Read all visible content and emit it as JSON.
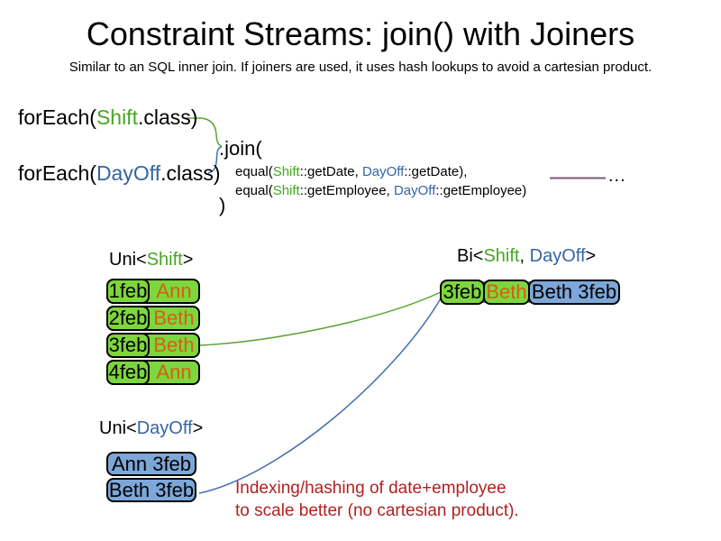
{
  "slide": {
    "title": "Constraint Streams: join() with Joiners",
    "subtitle": "Similar to an SQL inner join. If joiners are used, it uses hash lookups to avoid a cartesian product."
  },
  "code": {
    "foreach_shift": {
      "prefix": "forEach(",
      "class_name": "Shift",
      "suffix": ".class)"
    },
    "foreach_dayoff": {
      "prefix": "forEach(",
      "class_name": "DayOff",
      "suffix": ".class)"
    },
    "join_open": ".join(",
    "join_close": ")",
    "joiners": [
      {
        "prefix": "equal(",
        "left_class": "Shift",
        "mid": "::getDate, ",
        "right_class": "DayOff",
        "suffix": "::getDate),"
      },
      {
        "prefix": "equal(",
        "left_class": "Shift",
        "mid": "::getEmployee, ",
        "right_class": "DayOff",
        "suffix": "::getEmployee)"
      }
    ],
    "ellipsis": "..."
  },
  "uni_shift": {
    "label": {
      "prefix": "Uni<",
      "class_name": "Shift",
      "suffix": ">"
    },
    "rows": [
      {
        "date": "1feb",
        "employee": "Ann"
      },
      {
        "date": "2feb",
        "employee": "Beth"
      },
      {
        "date": "3feb",
        "employee": "Beth"
      },
      {
        "date": "4feb",
        "employee": "Ann"
      }
    ]
  },
  "bi": {
    "label": {
      "prefix": "Bi<",
      "shift": "Shift",
      "comma": ", ",
      "dayoff": "DayOff",
      "suffix": ">"
    },
    "row": {
      "date": "3feb",
      "employee": "Beth",
      "dayoff_pair": "Beth 3feb"
    }
  },
  "uni_dayoff": {
    "label": {
      "prefix": "Uni<",
      "class_name": "DayOff",
      "suffix": ">"
    },
    "rows": [
      {
        "pair": "Ann 3feb"
      },
      {
        "pair": "Beth 3feb"
      }
    ]
  },
  "annotation": {
    "line1": "Indexing/hashing of date+employee",
    "line2": "to scale better (no cartesian product)."
  },
  "colors": {
    "class_green": "#46a723",
    "class_blue": "#3465a4",
    "employee_orange": "#d4600f",
    "box_green": "#7ed63e",
    "box_blue": "#7da7d9",
    "annotation_red": "#b12121",
    "connector_green": "#5aa332",
    "connector_blue": "#3f6fae",
    "joiner_line_purple": "#7a5c7a",
    "bi_underlay_purple": "#a878a8"
  }
}
